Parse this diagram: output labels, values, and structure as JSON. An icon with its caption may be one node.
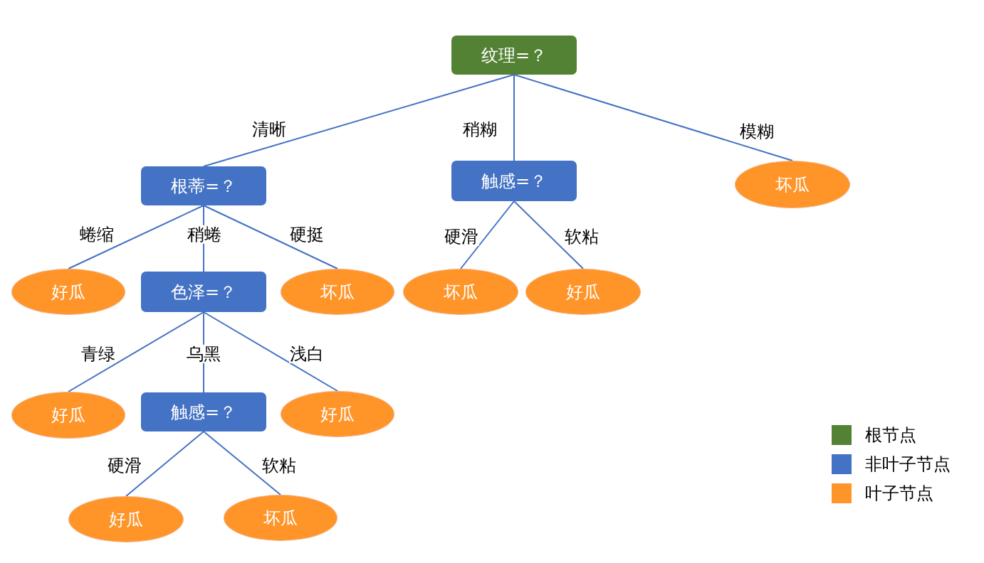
{
  "diagram": {
    "nodes": [
      {
        "text": [
          "纹理=？"
        ]
      },
      {
        "text": [
          "根蒂=？"
        ]
      },
      {
        "text": [
          "触感=？"
        ]
      },
      {
        "text": [
          "坏瓜"
        ]
      },
      {
        "text": [
          "好瓜"
        ]
      },
      {
        "text": [
          "色泽=？"
        ]
      },
      {
        "text": [
          "坏瓜"
        ]
      },
      {
        "text": [
          "坏瓜"
        ]
      },
      {
        "text": [
          "好瓜"
        ]
      },
      {
        "text": [
          "好瓜"
        ]
      },
      {
        "text": [
          "触感=？"
        ]
      },
      {
        "text": [
          "好瓜"
        ]
      },
      {
        "text": [
          "好瓜"
        ]
      },
      {
        "text": [
          "坏瓜"
        ]
      }
    ],
    "edges": [
      {
        "from": 0,
        "to": 1,
        "arrow": "none",
        "label": "清晰"
      },
      {
        "from": 0,
        "to": 2,
        "arrow": "none",
        "label": "稍糊"
      },
      {
        "from": 0,
        "to": 3,
        "arrow": "none",
        "label": "模糊"
      },
      {
        "from": 1,
        "to": 4,
        "arrow": "none",
        "label": "蜷缩"
      },
      {
        "from": 1,
        "to": 5,
        "arrow": "none",
        "label": "稍蜷"
      },
      {
        "from": 1,
        "to": 6,
        "arrow": "none",
        "label": "硬挺"
      },
      {
        "from": 2,
        "to": 7,
        "arrow": "none",
        "label": "硬滑"
      },
      {
        "from": 2,
        "to": 8,
        "arrow": "none",
        "label": "软粘"
      },
      {
        "from": 5,
        "to": 9,
        "arrow": "none",
        "label": "青绿"
      },
      {
        "from": 5,
        "to": 10,
        "arrow": "none",
        "label": "乌黑"
      },
      {
        "from": 5,
        "to": 11,
        "arrow": "none",
        "label": "浅白"
      },
      {
        "from": 10,
        "to": 12,
        "arrow": "none",
        "label": "硬滑"
      },
      {
        "from": 10,
        "to": 13,
        "arrow": "none",
        "label": "软粘"
      }
    ],
    "legend": [
      {
        "text": "根节点",
        "color": "#548235"
      },
      {
        "text": "非叶子节点",
        "color": "#4472c4"
      },
      {
        "text": "叶子节点",
        "color": "#ff9529"
      }
    ]
  }
}
